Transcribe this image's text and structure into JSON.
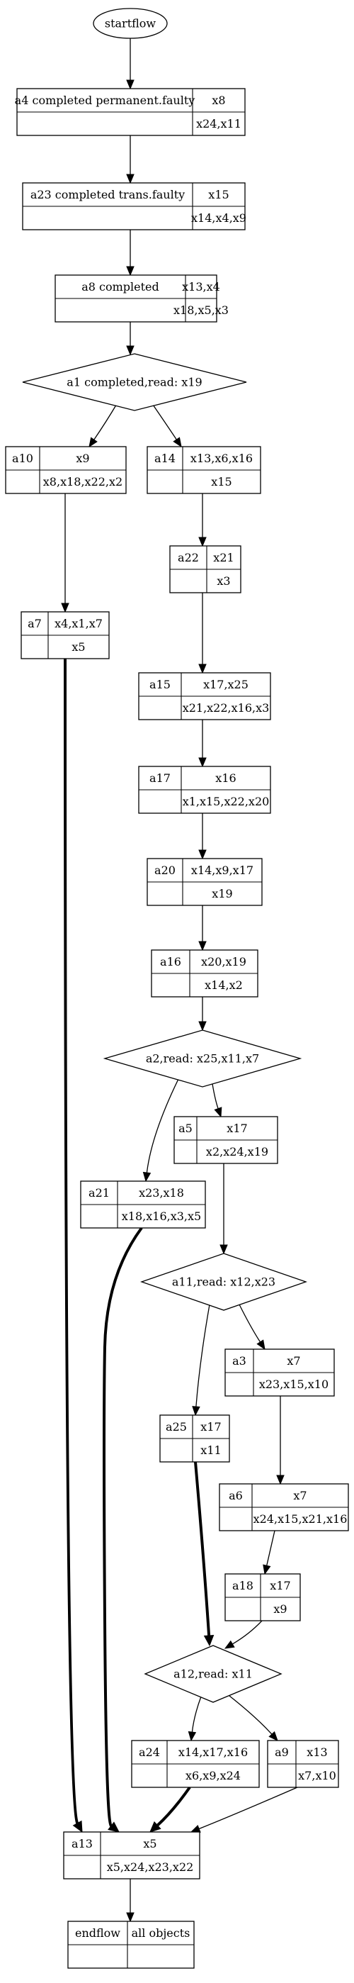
{
  "nodes": {
    "start": {
      "kind": "ellipse",
      "label": "startflow"
    },
    "a4": {
      "kind": "rect",
      "name": "a4 completed permanent.faulty",
      "top": "x8",
      "bottom": "x24,x11"
    },
    "a23": {
      "kind": "rect",
      "name": "a23 completed trans.faulty",
      "top": "x15",
      "bottom": "x14,x4,x9"
    },
    "a8": {
      "kind": "rect",
      "name": "a8 completed",
      "top": "x13,x4",
      "bottom": "x18,x5,x3"
    },
    "d1": {
      "kind": "diamond",
      "label": "a1 completed,read: x19"
    },
    "a10": {
      "kind": "rect",
      "name": "a10",
      "top": "x9",
      "bottom": "x8,x18,x22,x2"
    },
    "a14": {
      "kind": "rect",
      "name": "a14",
      "top": "x13,x6,x16",
      "bottom": "x15"
    },
    "a22": {
      "kind": "rect",
      "name": "a22",
      "top": "x21",
      "bottom": "x3"
    },
    "a7": {
      "kind": "rect",
      "name": "a7",
      "top": "x4,x1,x7",
      "bottom": "x5"
    },
    "a15": {
      "kind": "rect",
      "name": "a15",
      "top": "x17,x25",
      "bottom": "x21,x22,x16,x3"
    },
    "a17": {
      "kind": "rect",
      "name": "a17",
      "top": "x16",
      "bottom": "x1,x15,x22,x20"
    },
    "a20": {
      "kind": "rect",
      "name": "a20",
      "top": "x14,x9,x17",
      "bottom": "x19"
    },
    "a16": {
      "kind": "rect",
      "name": "a16",
      "top": "x20,x19",
      "bottom": "x14,x2"
    },
    "d2": {
      "kind": "diamond",
      "label": "a2,read: x25,x11,x7"
    },
    "a5": {
      "kind": "rect",
      "name": "a5",
      "top": "x17",
      "bottom": "x2,x24,x19"
    },
    "a21": {
      "kind": "rect",
      "name": "a21",
      "top": "x23,x18",
      "bottom": "x18,x16,x3,x5"
    },
    "d3": {
      "kind": "diamond",
      "label": "a11,read: x12,x23"
    },
    "a3": {
      "kind": "rect",
      "name": "a3",
      "top": "x7",
      "bottom": "x23,x15,x10"
    },
    "a25": {
      "kind": "rect",
      "name": "a25",
      "top": "x17",
      "bottom": "x11"
    },
    "a6": {
      "kind": "rect",
      "name": "a6",
      "top": "x7",
      "bottom": "x24,x15,x21,x16"
    },
    "a18": {
      "kind": "rect",
      "name": "a18",
      "top": "x17",
      "bottom": "x9"
    },
    "d4": {
      "kind": "diamond",
      "label": "a12,read: x11"
    },
    "a24": {
      "kind": "rect",
      "name": "a24",
      "top": "x14,x17,x16",
      "bottom": "x6,x9,x24"
    },
    "a9": {
      "kind": "rect",
      "name": "a9",
      "top": "x13",
      "bottom": "x7,x10"
    },
    "a13": {
      "kind": "rect",
      "name": "a13",
      "top": "x5",
      "bottom": "x5,x24,x23,x22"
    },
    "end": {
      "kind": "rect",
      "name": "endflow",
      "top": "all objects",
      "bottom": ""
    }
  },
  "edges": [
    {
      "from": "start",
      "to": "a4",
      "thick": false
    },
    {
      "from": "a4",
      "to": "a23",
      "thick": false
    },
    {
      "from": "a23",
      "to": "a8",
      "thick": false
    },
    {
      "from": "a8",
      "to": "d1",
      "thick": false
    },
    {
      "from": "d1",
      "to": "a10",
      "thick": false
    },
    {
      "from": "d1",
      "to": "a14",
      "thick": false
    },
    {
      "from": "a10",
      "to": "a7",
      "thick": false
    },
    {
      "from": "a14",
      "to": "a22",
      "thick": false
    },
    {
      "from": "a22",
      "to": "a15",
      "thick": false
    },
    {
      "from": "a15",
      "to": "a17",
      "thick": false
    },
    {
      "from": "a17",
      "to": "a20",
      "thick": false
    },
    {
      "from": "a20",
      "to": "a16",
      "thick": false
    },
    {
      "from": "a16",
      "to": "d2",
      "thick": false
    },
    {
      "from": "d2",
      "to": "a21",
      "thick": false
    },
    {
      "from": "d2",
      "to": "a5",
      "thick": false
    },
    {
      "from": "a5",
      "to": "d3",
      "thick": false
    },
    {
      "from": "d3",
      "to": "a25",
      "thick": false
    },
    {
      "from": "d3",
      "to": "a3",
      "thick": false
    },
    {
      "from": "a3",
      "to": "a6",
      "thick": false
    },
    {
      "from": "a6",
      "to": "a18",
      "thick": false
    },
    {
      "from": "a18",
      "to": "d4",
      "thick": false
    },
    {
      "from": "a25",
      "to": "d4",
      "thick": true
    },
    {
      "from": "d4",
      "to": "a24",
      "thick": false
    },
    {
      "from": "d4",
      "to": "a9",
      "thick": false
    },
    {
      "from": "a7",
      "to": "a13",
      "thick": true
    },
    {
      "from": "a21",
      "to": "a13",
      "thick": true
    },
    {
      "from": "a24",
      "to": "a13",
      "thick": true
    },
    {
      "from": "a9",
      "to": "a13",
      "thick": false
    },
    {
      "from": "a13",
      "to": "end",
      "thick": false
    }
  ]
}
